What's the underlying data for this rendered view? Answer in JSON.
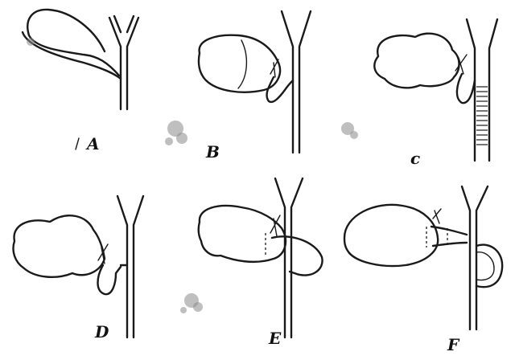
{
  "figure": {
    "panels": [
      {
        "id": "A",
        "label": "A"
      },
      {
        "id": "B",
        "label": "B"
      },
      {
        "id": "C",
        "label": "c"
      },
      {
        "id": "D",
        "label": "D"
      },
      {
        "id": "E",
        "label": "E"
      },
      {
        "id": "F",
        "label": "F"
      }
    ]
  },
  "colors": {
    "ink": "#1a1a1a",
    "paper": "#ffffff"
  }
}
